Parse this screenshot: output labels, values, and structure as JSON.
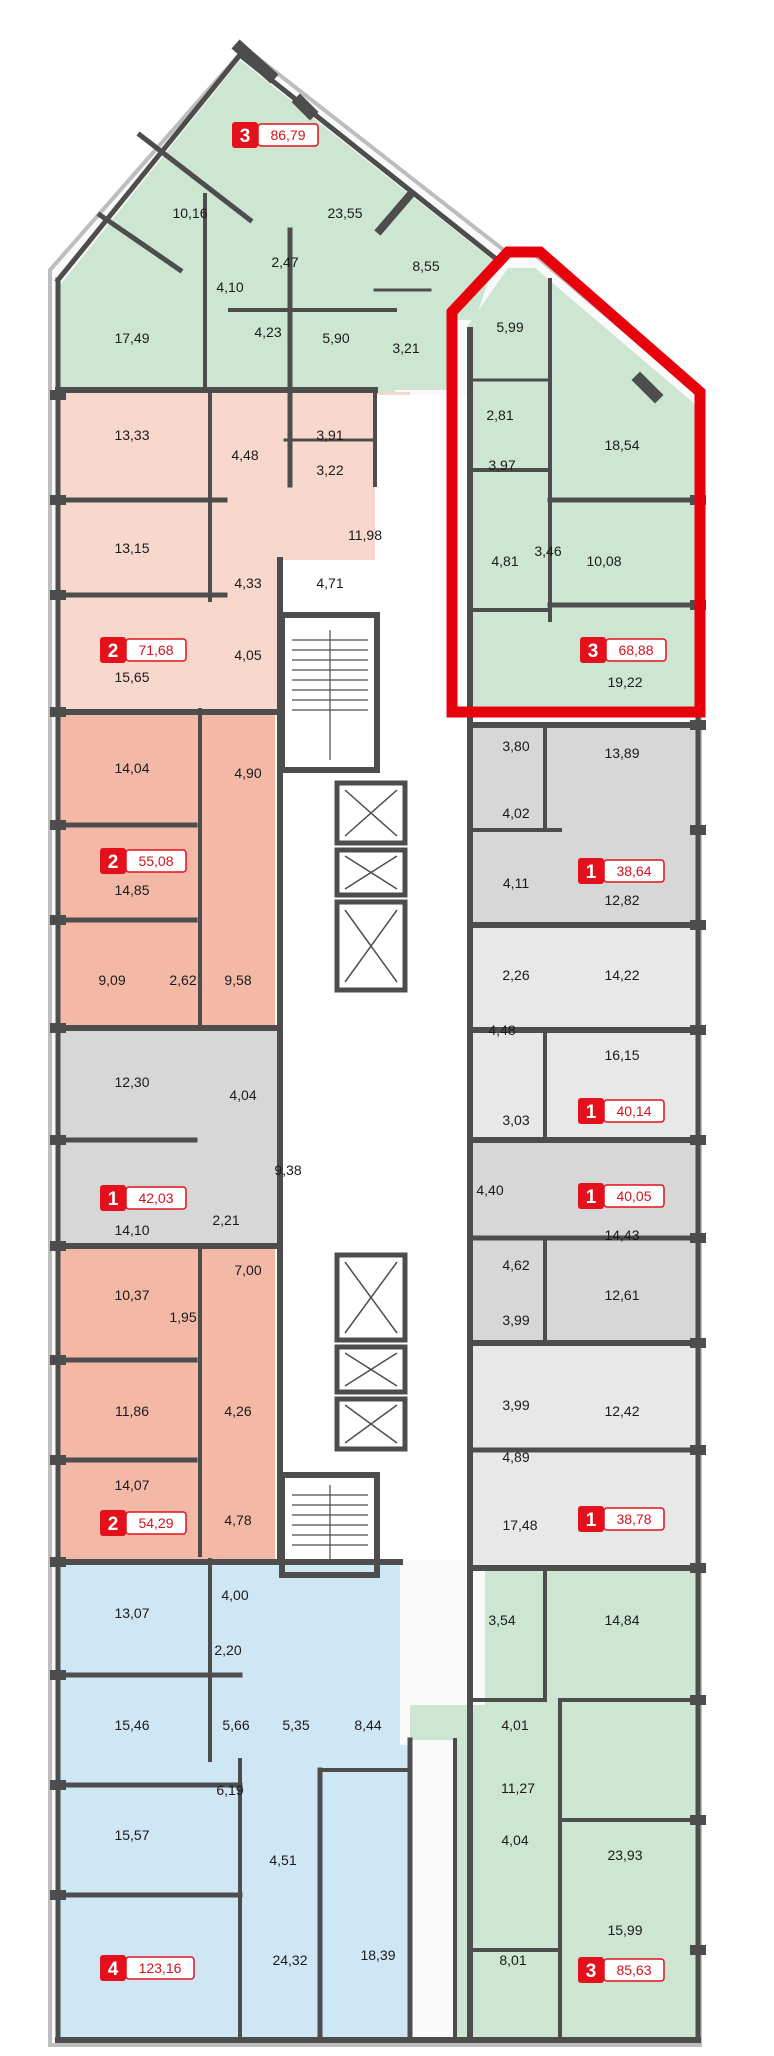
{
  "colors": {
    "green": "#cde6d2",
    "salmon_light": "#f8d7cc",
    "salmon": "#f3b9a6",
    "gray": "#d7d7d7",
    "gray_light": "#e8e8e8",
    "blue": "#cfe6f5",
    "wall": "#4d4d4d",
    "accent_red": "#e4101b",
    "highlight": "#e8000b"
  },
  "apartments": [
    {
      "id": "apt-top-north",
      "rooms": "3",
      "area": "86,79",
      "color": "green"
    },
    {
      "id": "apt-highlighted",
      "rooms": "3",
      "area": "68,88",
      "color": "green",
      "highlighted": true
    },
    {
      "id": "apt-left-1",
      "rooms": "2",
      "area": "71,68",
      "color": "salmon_light"
    },
    {
      "id": "apt-left-2",
      "rooms": "2",
      "area": "55,08",
      "color": "salmon"
    },
    {
      "id": "apt-right-1",
      "rooms": "1",
      "area": "38,64",
      "color": "gray"
    },
    {
      "id": "apt-right-2",
      "rooms": "1",
      "area": "40,14",
      "color": "gray_light"
    },
    {
      "id": "apt-left-3",
      "rooms": "1",
      "area": "42,03",
      "color": "gray"
    },
    {
      "id": "apt-right-3",
      "rooms": "1",
      "area": "40,05",
      "color": "gray"
    },
    {
      "id": "apt-left-4",
      "rooms": "2",
      "area": "54,29",
      "color": "salmon"
    },
    {
      "id": "apt-right-4",
      "rooms": "1",
      "area": "38,78",
      "color": "gray_light"
    },
    {
      "id": "apt-bottom-left",
      "rooms": "4",
      "area": "123,16",
      "color": "blue"
    },
    {
      "id": "apt-bottom-right",
      "rooms": "3",
      "area": "85,63",
      "color": "green"
    }
  ],
  "rooms": [
    "10,16",
    "23,55",
    "2,47",
    "8,55",
    "4,10",
    "5,99",
    "17,49",
    "4,23",
    "5,90",
    "3,21",
    "2,81",
    "13,33",
    "4,48",
    "3,91",
    "18,54",
    "3,97",
    "3,22",
    "13,15",
    "11,98",
    "4,81",
    "3,46",
    "10,08",
    "4,33",
    "4,71",
    "4,05",
    "15,65",
    "19,22",
    "3,80",
    "13,89",
    "14,04",
    "4,90",
    "4,02",
    "14,85",
    "4,11",
    "12,82",
    "9,09",
    "2,62",
    "9,58",
    "2,26",
    "14,22",
    "4,48",
    "16,15",
    "12,30",
    "4,04",
    "3,03",
    "9,38",
    "4,40",
    "14,10",
    "2,21",
    "14,43",
    "7,00",
    "4,62",
    "10,37",
    "12,61",
    "1,95",
    "3,99",
    "11,86",
    "4,26",
    "3,99",
    "12,42",
    "4,89",
    "14,07",
    "4,78",
    "17,48",
    "13,07",
    "4,00",
    "3,54",
    "14,84",
    "2,20",
    "15,46",
    "5,66",
    "5,35",
    "8,44",
    "4,01",
    "11,27",
    "6,19",
    "15,57",
    "4,04",
    "23,93",
    "4,51",
    "15,99",
    "24,32",
    "18,39",
    "8,01"
  ]
}
